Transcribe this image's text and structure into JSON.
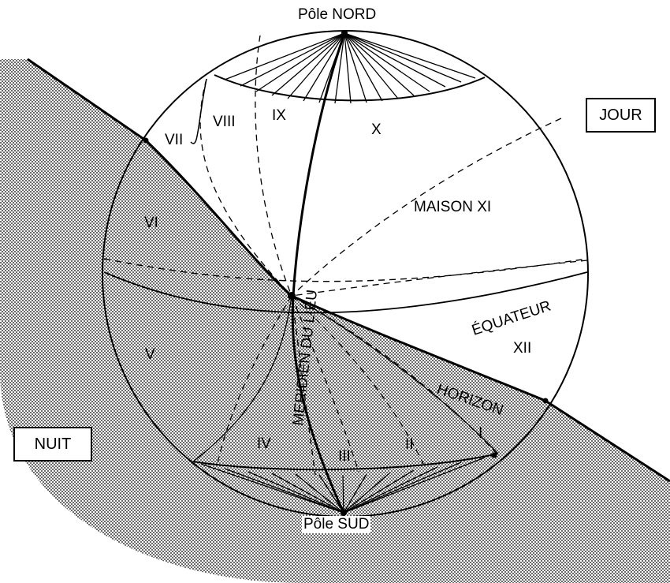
{
  "poles": {
    "north": "Pôle NORD",
    "south": "Pôle SUD"
  },
  "regions": {
    "day": "JOUR",
    "night": "NUIT"
  },
  "circles": {
    "meridian": "MERIDIEN DU LIEU",
    "equator": "ÉQUATEUR",
    "horizon": "HORIZON"
  },
  "houses": {
    "i": "I",
    "ii": "II",
    "iii": "III",
    "iv": "IV",
    "v": "V",
    "vi": "VI",
    "vii": "VII",
    "viii": "VIII",
    "ix": "IX",
    "x": "X",
    "xi": "MAISON XI",
    "xii": "XII"
  },
  "colors": {
    "ink": "#000000",
    "paper": "#ffffff"
  }
}
